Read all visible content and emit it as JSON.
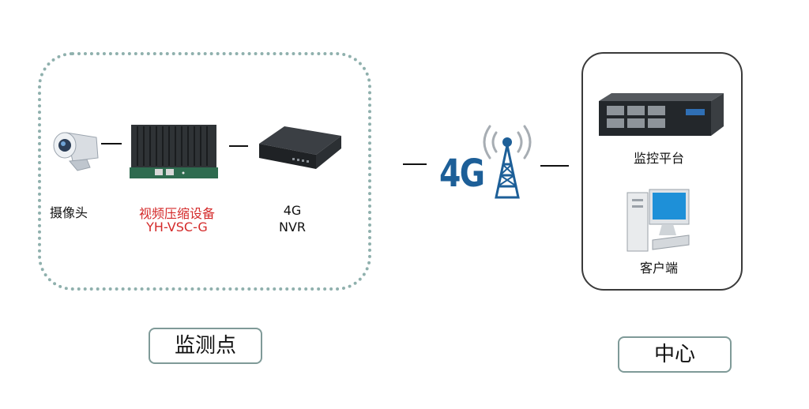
{
  "monitor_site": {
    "camera_label": "摄像头",
    "compressor_label": "视频压缩设备",
    "compressor_model": "YH-VSC-G",
    "nvr_line1": "4G",
    "nvr_line2": "NVR",
    "tag": "监测点"
  },
  "network": {
    "badge": "4G"
  },
  "center": {
    "platform_label": "监控平台",
    "client_label": "客户端",
    "tag": "中心"
  },
  "colors": {
    "dotted_border": "#8fb0ad",
    "red_label": "#d42a2a",
    "tag_border": "#7f9a98",
    "badge_blue": "#1d5f98"
  }
}
